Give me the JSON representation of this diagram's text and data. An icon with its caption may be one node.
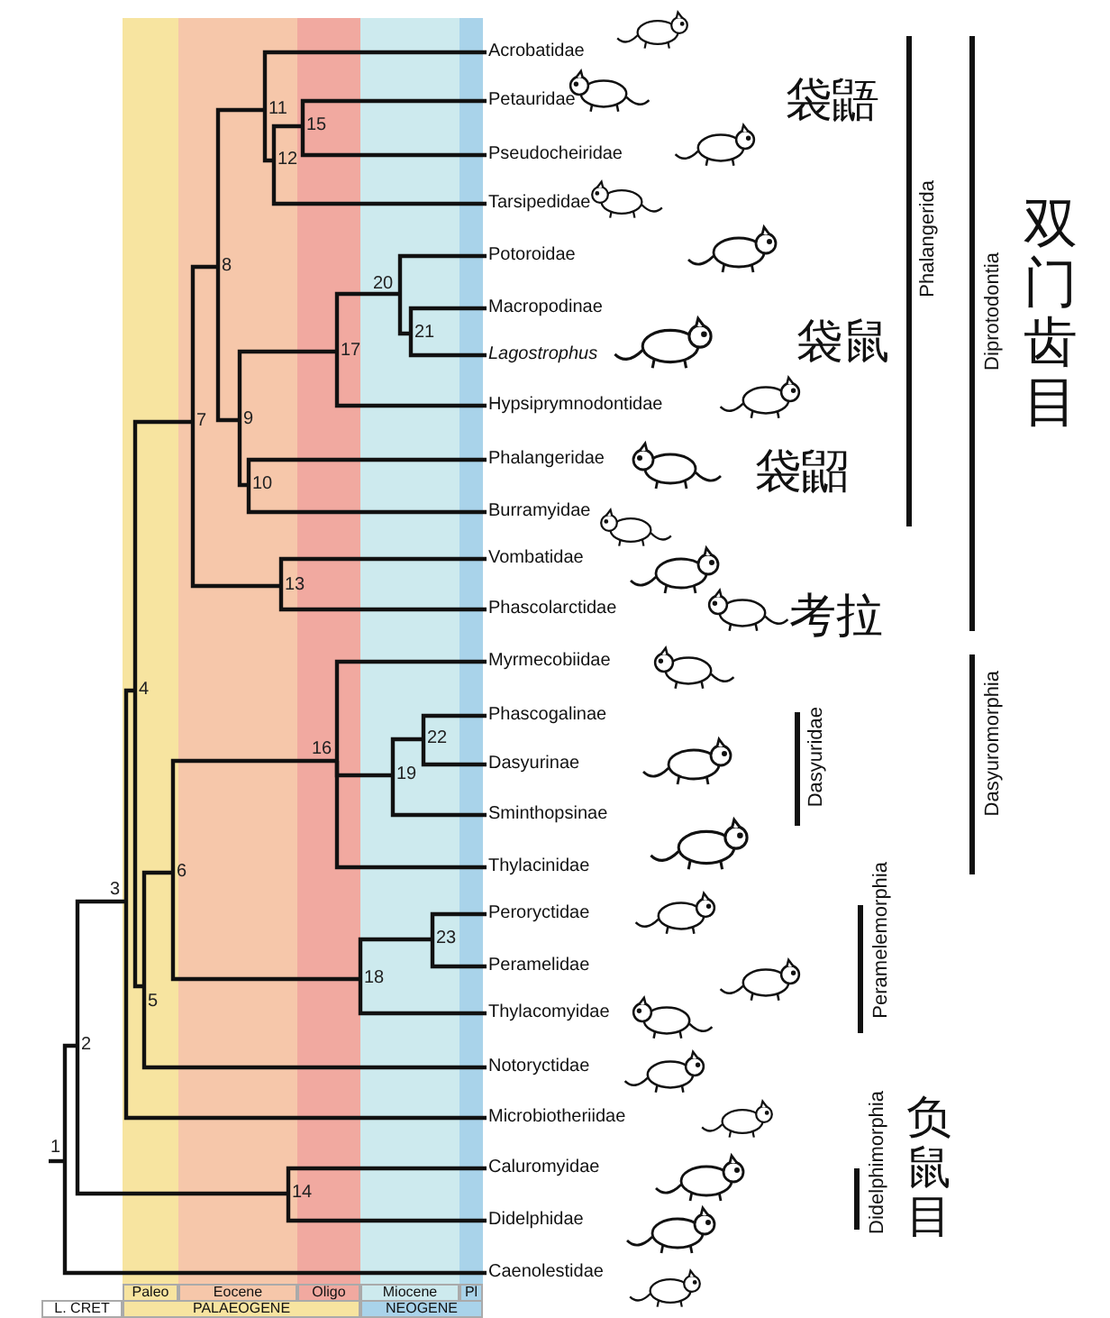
{
  "diagram": {
    "nodes": [
      {
        "text": [
          "Acrobatidae"
        ]
      },
      {
        "text": [
          "Petauridae"
        ]
      },
      {
        "text": [
          "Pseudocheiridae"
        ]
      },
      {
        "text": [
          "Tarsipedidae"
        ]
      },
      {
        "text": [
          "Potoroidae"
        ]
      },
      {
        "text": [
          "Macropodinae"
        ]
      },
      {
        "text": [
          "Lagostrophus"
        ]
      },
      {
        "text": [
          "Hypsiprymnodontidae"
        ]
      },
      {
        "text": [
          "Phalangeridae"
        ]
      },
      {
        "text": [
          "Burramyidae"
        ]
      },
      {
        "text": [
          "Vombatidae"
        ]
      },
      {
        "text": [
          "Phascolarctidae"
        ]
      },
      {
        "text": [
          "Myrmecobiidae"
        ]
      },
      {
        "text": [
          "Phascogalinae"
        ]
      },
      {
        "text": [
          "Dasyurinae"
        ]
      },
      {
        "text": [
          "Sminthopsinae"
        ]
      },
      {
        "text": [
          "Thylacinidae"
        ]
      },
      {
        "text": [
          "Peroryctidae"
        ]
      },
      {
        "text": [
          "Peramelidae"
        ]
      },
      {
        "text": [
          "Thylacomyidae"
        ]
      },
      {
        "text": [
          "Notoryctidae"
        ]
      },
      {
        "text": [
          "Microbiotheriidae"
        ]
      },
      {
        "text": [
          "Caluromyidae"
        ]
      },
      {
        "text": [
          "Didelphidae"
        ]
      },
      {
        "text": [
          "Caenolestidae"
        ]
      },
      {
        "text": [
          "1"
        ]
      },
      {
        "text": [
          "2"
        ]
      },
      {
        "text": [
          "3"
        ]
      },
      {
        "text": [
          "4"
        ]
      },
      {
        "text": [
          "5"
        ]
      },
      {
        "text": [
          "6"
        ]
      },
      {
        "text": [
          "7"
        ]
      },
      {
        "text": [
          "8"
        ]
      },
      {
        "text": [
          "9"
        ]
      },
      {
        "text": [
          "10"
        ]
      },
      {
        "text": [
          "11"
        ]
      },
      {
        "text": [
          "12"
        ]
      },
      {
        "text": [
          "13"
        ]
      },
      {
        "text": [
          "14"
        ]
      },
      {
        "text": [
          "15"
        ]
      },
      {
        "text": [
          "16"
        ]
      },
      {
        "text": [
          "17"
        ]
      },
      {
        "text": [
          "18"
        ]
      },
      {
        "text": [
          "19"
        ]
      },
      {
        "text": [
          "20"
        ]
      },
      {
        "text": [
          "21"
        ]
      },
      {
        "text": [
          "22"
        ]
      },
      {
        "text": [
          "23"
        ]
      }
    ],
    "edges": [
      {
        "from": null,
        "to": 25,
        "arrow": "none"
      },
      {
        "from": 25,
        "to": 26,
        "arrow": "none"
      },
      {
        "from": 25,
        "to": 24,
        "arrow": "none"
      },
      {
        "from": 26,
        "to": 27,
        "arrow": "none"
      },
      {
        "from": 26,
        "to": 38,
        "arrow": "none"
      },
      {
        "from": 27,
        "to": 28,
        "arrow": "none"
      },
      {
        "from": 27,
        "to": 21,
        "arrow": "none"
      },
      {
        "from": 28,
        "to": 31,
        "arrow": "none"
      },
      {
        "from": 28,
        "to": 29,
        "arrow": "none"
      },
      {
        "from": 29,
        "to": 30,
        "arrow": "none"
      },
      {
        "from": 29,
        "to": 20,
        "arrow": "none"
      },
      {
        "from": 30,
        "to": 40,
        "arrow": "none"
      },
      {
        "from": 30,
        "to": 42,
        "arrow": "none"
      },
      {
        "from": 31,
        "to": 32,
        "arrow": "none"
      },
      {
        "from": 31,
        "to": 37,
        "arrow": "none"
      },
      {
        "from": 32,
        "to": 35,
        "arrow": "none"
      },
      {
        "from": 32,
        "to": 33,
        "arrow": "none"
      },
      {
        "from": 33,
        "to": 41,
        "arrow": "none"
      },
      {
        "from": 33,
        "to": 34,
        "arrow": "none"
      },
      {
        "from": 34,
        "to": 8,
        "arrow": "none"
      },
      {
        "from": 34,
        "to": 9,
        "arrow": "none"
      },
      {
        "from": 35,
        "to": 0,
        "arrow": "none"
      },
      {
        "from": 35,
        "to": 36,
        "arrow": "none"
      },
      {
        "from": 36,
        "to": 39,
        "arrow": "none"
      },
      {
        "from": 36,
        "to": 3,
        "arrow": "none"
      },
      {
        "from": 37,
        "to": 10,
        "arrow": "none"
      },
      {
        "from": 37,
        "to": 11,
        "arrow": "none"
      },
      {
        "from": 38,
        "to": 22,
        "arrow": "none"
      },
      {
        "from": 38,
        "to": 23,
        "arrow": "none"
      },
      {
        "from": 39,
        "to": 1,
        "arrow": "none"
      },
      {
        "from": 39,
        "to": 2,
        "arrow": "none"
      },
      {
        "from": 40,
        "to": 12,
        "arrow": "none"
      },
      {
        "from": 40,
        "to": 43,
        "arrow": "none"
      },
      {
        "from": 40,
        "to": 16,
        "arrow": "none"
      },
      {
        "from": 41,
        "to": 44,
        "arrow": "none"
      },
      {
        "from": 41,
        "to": 7,
        "arrow": "none"
      },
      {
        "from": 42,
        "to": 47,
        "arrow": "none"
      },
      {
        "from": 42,
        "to": 19,
        "arrow": "none"
      },
      {
        "from": 43,
        "to": 46,
        "arrow": "none"
      },
      {
        "from": 43,
        "to": 15,
        "arrow": "none"
      },
      {
        "from": 44,
        "to": 4,
        "arrow": "none"
      },
      {
        "from": 44,
        "to": 45,
        "arrow": "none"
      },
      {
        "from": 45,
        "to": 5,
        "arrow": "none"
      },
      {
        "from": 45,
        "to": 6,
        "arrow": "none"
      },
      {
        "from": 46,
        "to": 13,
        "arrow": "none"
      },
      {
        "from": 46,
        "to": 14,
        "arrow": "none"
      },
      {
        "from": 47,
        "to": 17,
        "arrow": "none"
      },
      {
        "from": 47,
        "to": 18,
        "arrow": "none"
      }
    ],
    "labels": [
      "袋鼯",
      "袋鼠",
      "袋鼦",
      "考拉",
      "Phalangerida",
      "Diprotodontia",
      "双门齿目",
      "Dasyuromorphia",
      "Dasyuridae",
      "Peramelemorphia",
      "Didelphimorphia",
      "负鼠目",
      "Paleo",
      "Eocene",
      "Oligo",
      "Miocene",
      "Pl",
      "L. CRET",
      "PALAEOGENE",
      "NEOGENE"
    ]
  }
}
